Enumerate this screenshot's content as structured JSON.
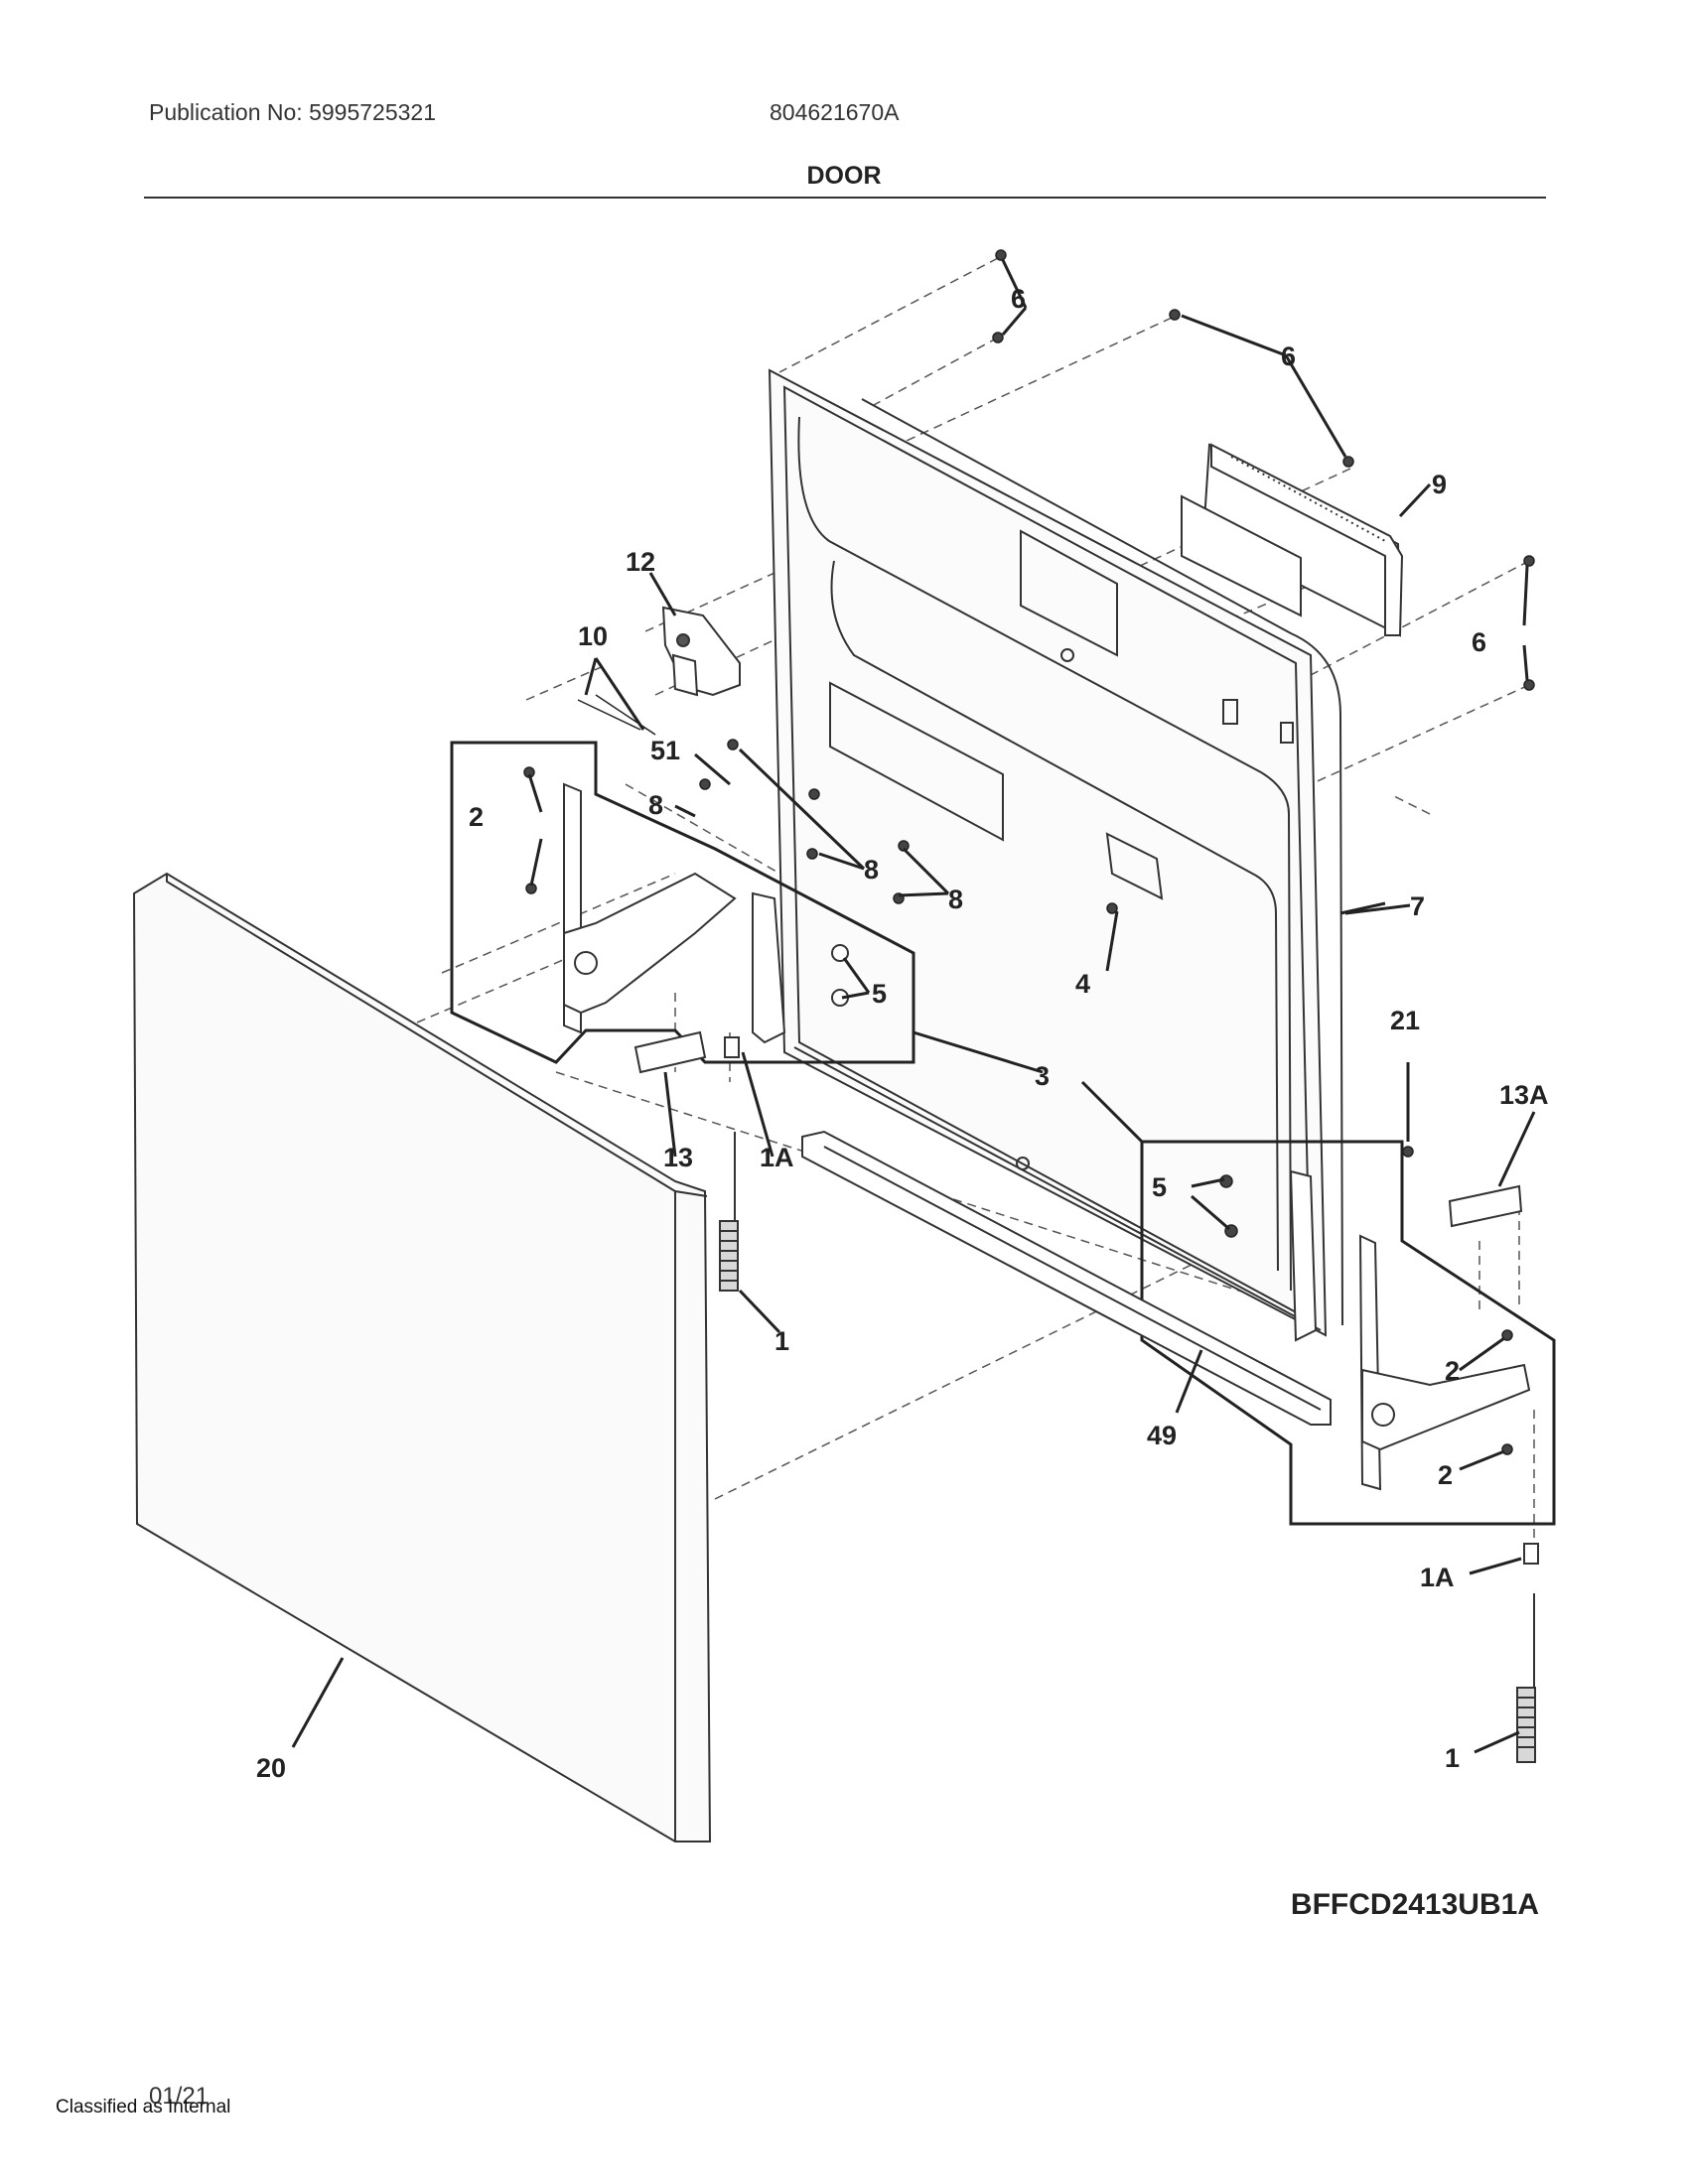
{
  "header": {
    "publication": "Publication No: 5995725321",
    "doc_number": "804621670A",
    "title": "DOOR"
  },
  "callouts": {
    "c6a": "6",
    "c6b": "6",
    "c6c": "6",
    "c9": "9",
    "c12": "12",
    "c10": "10",
    "c51": "51",
    "c8a": "8",
    "c8b": "8",
    "c8c": "8",
    "c2a": "2",
    "c2b": "2",
    "c2c": "2",
    "c5a": "5",
    "c5b": "5",
    "c7": "7",
    "c4": "4",
    "c3": "3",
    "c21": "21",
    "c13": "13",
    "c13a": "13A",
    "c1a_left": "1A",
    "c1a_right": "1A",
    "c1_left": "1",
    "c1_right": "1",
    "c49": "49",
    "c20": "20"
  },
  "footer": {
    "model": "BFFCD2413UB1A",
    "date": "01/21",
    "classification": "Classified as Internal"
  }
}
